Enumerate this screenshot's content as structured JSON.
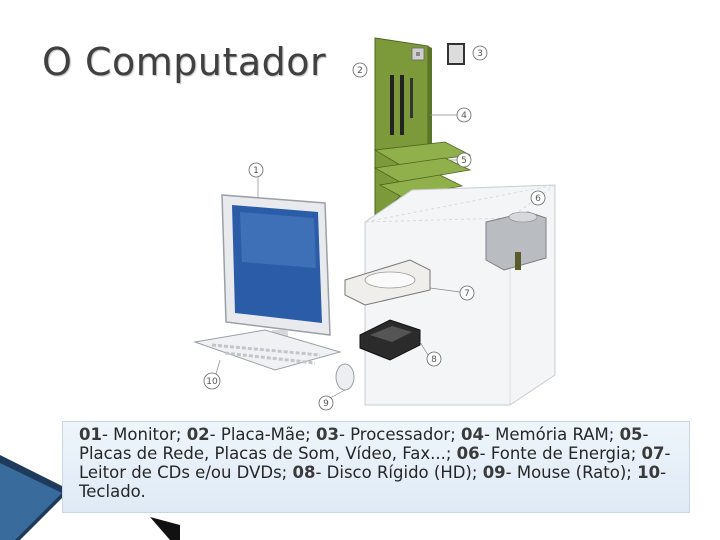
{
  "slide": {
    "title": "O Computador"
  },
  "illustration": {
    "callouts": [
      "1",
      "2",
      "3",
      "4",
      "5",
      "6",
      "7",
      "8",
      "9",
      "10"
    ]
  },
  "caption": {
    "items": [
      {
        "num": "01",
        "label": "Monitor;"
      },
      {
        "num": "02",
        "label": "Placa-Mãe;"
      },
      {
        "num": "03",
        "label": "Processador;"
      },
      {
        "num": "04",
        "label": "Memória RAM;"
      },
      {
        "num": "05",
        "label": "Placas de Rede, Placas de Som, Vídeo, Fax...;"
      },
      {
        "num": "06",
        "label": "Fonte de Energia;"
      },
      {
        "num": "07",
        "label": "Leitor de CDs e/ou DVDs;"
      },
      {
        "num": "08",
        "label": "Disco Rígido (HD);"
      },
      {
        "num": "09",
        "label": "Mouse (Rato);"
      },
      {
        "num": "10",
        "label": "Teclado."
      }
    ],
    "separator": "-"
  },
  "colors": {
    "title": "#404040",
    "caption_bg": "#e6eff8",
    "accent_dark": "#1f3b5c",
    "accent_blue": "#4f94d4",
    "board_green": "#7d9a3a",
    "screen_blue": "#2a5ca8"
  }
}
